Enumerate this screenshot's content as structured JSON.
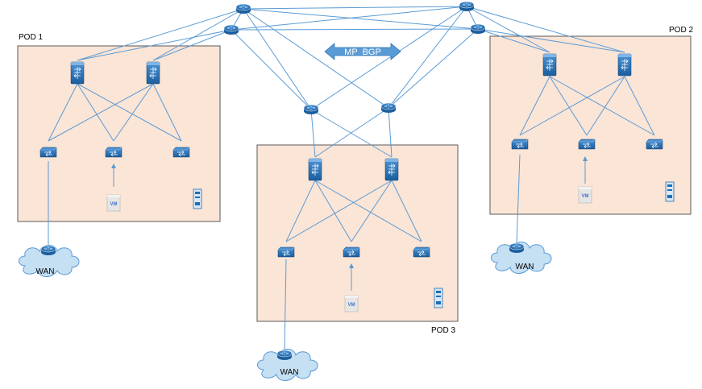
{
  "pods": [
    {
      "id": "pod1",
      "label": "POD 1"
    },
    {
      "id": "pod2",
      "label": "POD 2"
    },
    {
      "id": "pod3",
      "label": "POD 3"
    }
  ],
  "protocol_label": "MP  BGP",
  "wan_label": "WAN",
  "vm_label": "VM",
  "colors": {
    "pod_fill": "#fbe5d6",
    "pod_border": "#595959",
    "link": "#5b9bd5",
    "device": "#1f6fb5",
    "cloud_fill": "#c5dff3",
    "arrow": "#5b9bd5"
  },
  "icons": {
    "router": "router-icon",
    "spine": "spine-switch-icon",
    "leaf": "leaf-switch-icon",
    "vm": "vm-icon",
    "server": "server-icon",
    "wan": "wan-cloud-icon"
  }
}
